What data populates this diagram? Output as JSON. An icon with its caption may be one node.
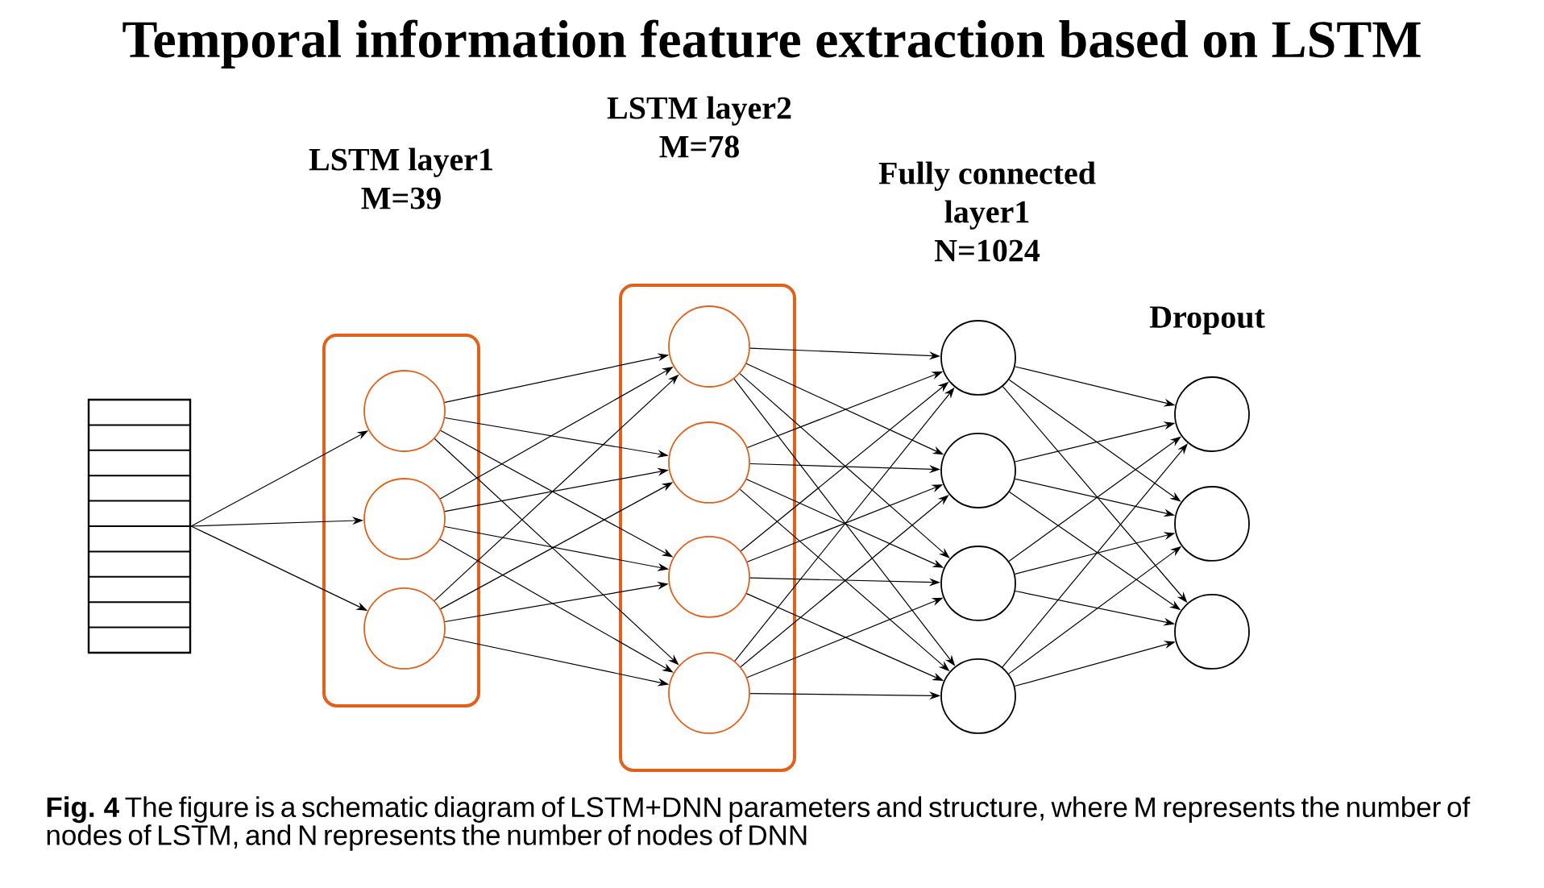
{
  "diagram": {
    "title": "Temporal information feature extraction based on LSTM",
    "caption": "**Fig. 4** The figure is a schematic diagram of LSTM+DNN parameters and structure, where M represents the number of nodes of LSTM, and N represents the number of nodes of DNN",
    "nodes": [
      {
        "text": [],
        "shape": "box"
      },
      {
        "text": [
          "LSTM layer1 M=39"
        ]
      },
      {
        "text": [],
        "shape": "circle",
        "in": 1
      },
      {
        "text": [],
        "shape": "circle",
        "in": 1
      },
      {
        "text": [],
        "shape": "circle",
        "in": 1
      },
      {
        "text": [
          "LSTM layer2 M=78"
        ]
      },
      {
        "text": [],
        "shape": "circle",
        "in": 5
      },
      {
        "text": [],
        "shape": "circle",
        "in": 5
      },
      {
        "text": [],
        "shape": "circle",
        "in": 5
      },
      {
        "text": [],
        "shape": "circle",
        "in": 5
      },
      {
        "text": [],
        "shape": "circle"
      },
      {
        "text": [],
        "shape": "circle"
      },
      {
        "text": [],
        "shape": "circle"
      },
      {
        "text": [],
        "shape": "circle"
      },
      {
        "text": [],
        "shape": "circle"
      },
      {
        "text": [],
        "shape": "circle"
      },
      {
        "text": [],
        "shape": "circle"
      }
    ],
    "edges": [
      {
        "from": 0,
        "to": 2,
        "arrow": "to"
      },
      {
        "from": 0,
        "to": 3,
        "arrow": "to"
      },
      {
        "from": 0,
        "to": 4,
        "arrow": "to"
      },
      {
        "from": 2,
        "to": 6,
        "arrow": "to"
      },
      {
        "from": 2,
        "to": 7,
        "arrow": "to"
      },
      {
        "from": 2,
        "to": 8,
        "arrow": "to"
      },
      {
        "from": 2,
        "to": 9,
        "arrow": "to"
      },
      {
        "from": 3,
        "to": 6,
        "arrow": "to"
      },
      {
        "from": 3,
        "to": 7,
        "arrow": "to"
      },
      {
        "from": 3,
        "to": 8,
        "arrow": "to"
      },
      {
        "from": 3,
        "to": 9,
        "arrow": "to"
      },
      {
        "from": 4,
        "to": 6,
        "arrow": "to"
      },
      {
        "from": 4,
        "to": 7,
        "arrow": "to"
      },
      {
        "from": 4,
        "to": 8,
        "arrow": "to"
      },
      {
        "from": 4,
        "to": 9,
        "arrow": "to"
      },
      {
        "from": 6,
        "to": 10,
        "arrow": "to"
      },
      {
        "from": 6,
        "to": 11,
        "arrow": "to"
      },
      {
        "from": 6,
        "to": 12,
        "arrow": "to"
      },
      {
        "from": 6,
        "to": 13,
        "arrow": "to"
      },
      {
        "from": 7,
        "to": 10,
        "arrow": "to"
      },
      {
        "from": 7,
        "to": 11,
        "arrow": "to"
      },
      {
        "from": 7,
        "to": 12,
        "arrow": "to"
      },
      {
        "from": 7,
        "to": 13,
        "arrow": "to"
      },
      {
        "from": 8,
        "to": 10,
        "arrow": "to"
      },
      {
        "from": 8,
        "to": 11,
        "arrow": "to"
      },
      {
        "from": 8,
        "to": 12,
        "arrow": "to"
      },
      {
        "from": 8,
        "to": 13,
        "arrow": "to"
      },
      {
        "from": 9,
        "to": 10,
        "arrow": "to"
      },
      {
        "from": 9,
        "to": 11,
        "arrow": "to"
      },
      {
        "from": 9,
        "to": 12,
        "arrow": "to"
      },
      {
        "from": 9,
        "to": 13,
        "arrow": "to"
      },
      {
        "from": 10,
        "to": 14,
        "arrow": "to"
      },
      {
        "from": 10,
        "to": 15,
        "arrow": "to"
      },
      {
        "from": 10,
        "to": 16,
        "arrow": "to"
      },
      {
        "from": 11,
        "to": 14,
        "arrow": "to"
      },
      {
        "from": 11,
        "to": 15,
        "arrow": "to"
      },
      {
        "from": 11,
        "to": 16,
        "arrow": "to"
      },
      {
        "from": 12,
        "to": 14,
        "arrow": "to"
      },
      {
        "from": 12,
        "to": 15,
        "arrow": "to"
      },
      {
        "from": 12,
        "to": 16,
        "arrow": "to"
      },
      {
        "from": 13,
        "to": 14,
        "arrow": "to"
      },
      {
        "from": 13,
        "to": 15,
        "arrow": "to"
      },
      {
        "from": 13,
        "to": 16,
        "arrow": "to"
      }
    ],
    "labels": [
      "Fully connected layer1 N=1024",
      "Dropout"
    ]
  }
}
